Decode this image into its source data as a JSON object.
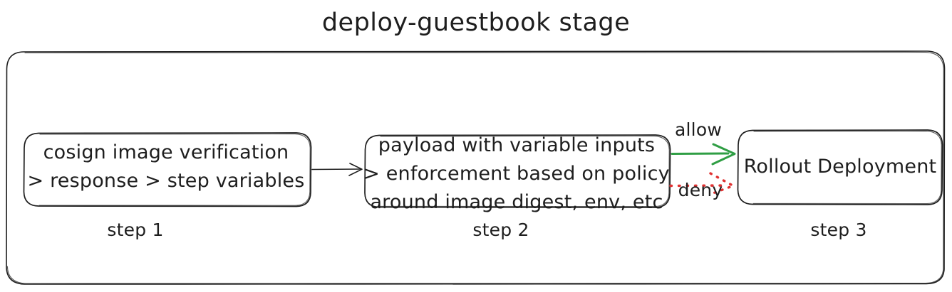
{
  "diagram": {
    "title": "deploy-guestbook stage",
    "container": {
      "name": "stage-container"
    },
    "nodes": [
      {
        "id": "step1",
        "lines": [
          "cosign image verification",
          "> response > step variables"
        ],
        "caption": "step 1"
      },
      {
        "id": "step2",
        "lines": [
          "payload with variable inputs",
          "> enforcement based on policy",
          "around image digest, env, etc"
        ],
        "caption": "step 2"
      },
      {
        "id": "step3",
        "lines": [
          "Rollout Deployment"
        ],
        "caption": "step 3"
      }
    ],
    "edges": [
      {
        "id": "e1",
        "from": "step1",
        "to": "step2",
        "label": "",
        "style": "solid",
        "color": "#1e1e1e"
      },
      {
        "id": "e2",
        "from": "step2",
        "to": "step3",
        "label": "allow",
        "style": "solid",
        "color": "#2f9e44"
      },
      {
        "id": "e3",
        "from": "step2",
        "to": "step3",
        "label": "deny",
        "style": "dotted",
        "color": "#e03131"
      }
    ],
    "colors": {
      "stroke": "#1e1e1e",
      "background": "#ffffff",
      "allow": "#2f9e44",
      "deny": "#e03131"
    }
  }
}
